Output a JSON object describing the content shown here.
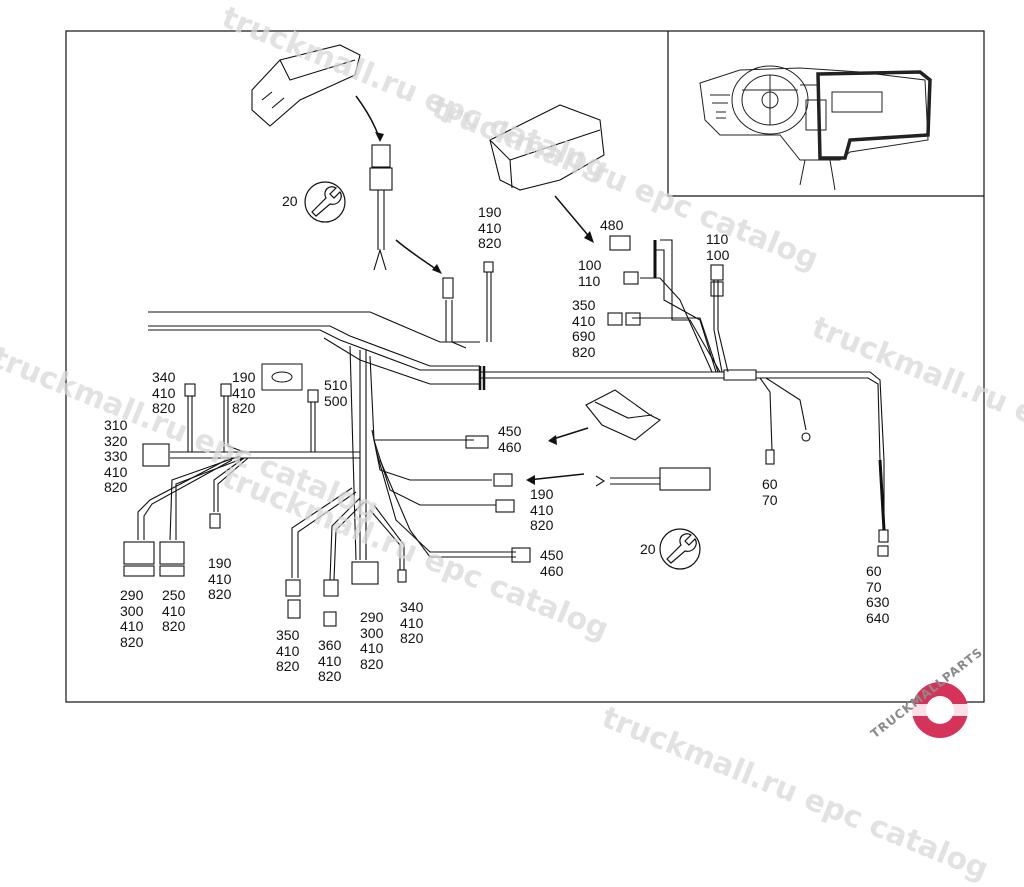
{
  "watermarks": [
    {
      "text": "truckmall.ru epc catalog",
      "id": "wm1"
    },
    {
      "text": "truckmall.ru epc catalog",
      "id": "wm2"
    },
    {
      "text": "truckmall.ru epc catalog",
      "id": "wm3"
    },
    {
      "text": "truckmall.ru epc catalog",
      "id": "wm4"
    },
    {
      "text": "truckmall.ru epc catalog",
      "id": "wm5"
    },
    {
      "text": "truckmall.ru epc catalog",
      "id": "wm6"
    }
  ],
  "logo": {
    "brand": "TRUCKMALLPARTS",
    "accent_color": "#d6335a"
  },
  "callouts": {
    "c_tool_top": "20",
    "c_190_410_820_top": "190\n410\n820",
    "c_480": "480",
    "c_100_110": "100\n110",
    "c_110_100": "110\n100",
    "c_350_410_690_820": "350\n410\n690\n820",
    "c_340_410_820_left": "340\n410\n820",
    "c_190_410_820_mid": "190\n410\n820",
    "c_510_500": "510\n500",
    "c_310_320": "310\n320\n330\n410\n820",
    "c_450_460_top": "450\n460",
    "c_190_410_820_right": "190\n410\n820",
    "c_60_70": "60\n70",
    "c_tool_bottom": "20",
    "c_450_460_bottom": "450\n460",
    "c_60_70_630_640": "60\n70\n630\n640",
    "c_290_300_left": "290\n300\n410\n820",
    "c_250_410_820": "250\n410\n820",
    "c_190_410_820_low": "190\n410\n820",
    "c_350_410_820": "350\n410\n820",
    "c_360_410_820": "360\n410\n820",
    "c_290_300_mid": "290\n300\n410\n820",
    "c_340_410_820_low": "340\n410\n820"
  },
  "icons": [
    "wrench-tool-icon",
    "arrow-icon"
  ]
}
